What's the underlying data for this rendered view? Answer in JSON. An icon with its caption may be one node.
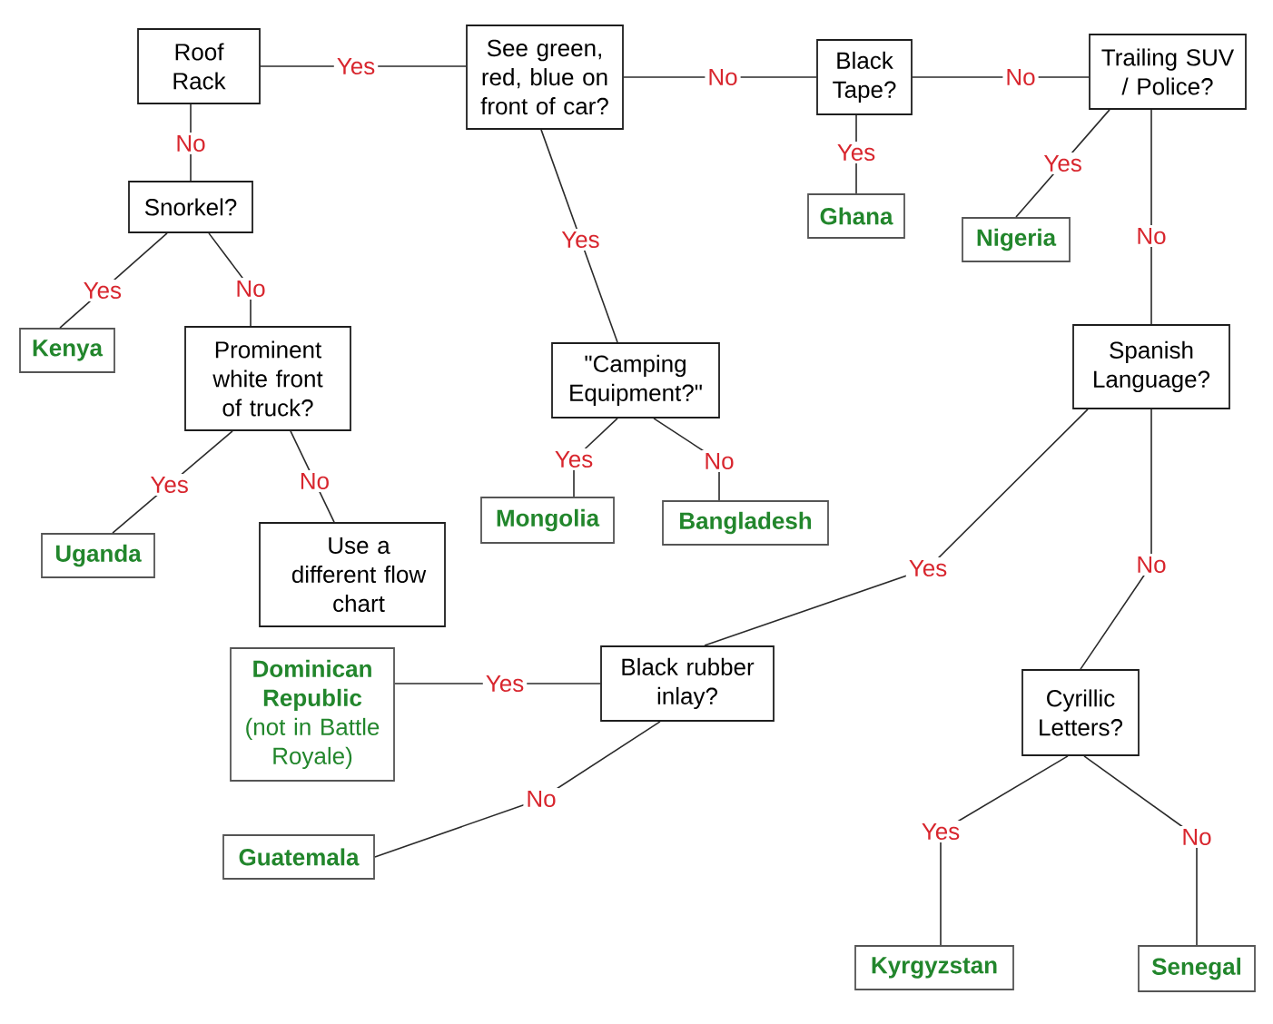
{
  "diagram": {
    "nodes": [
      {
        "text": [
          "Roof Rack"
        ]
      },
      {
        "text": [
          "See green, red, blue on front of car?"
        ]
      },
      {
        "text": [
          "Black Tape?"
        ]
      },
      {
        "text": [
          "Trailing SUV / Police?"
        ]
      },
      {
        "text": [
          "Snorkel?"
        ]
      },
      {
        "text": [
          "Ghana"
        ]
      },
      {
        "text": [
          "Nigeria"
        ]
      },
      {
        "text": [
          "Kenya"
        ]
      },
      {
        "text": [
          "Prominent white front of truck?"
        ]
      },
      {
        "text": [
          "\"Camping Equipment?\""
        ]
      },
      {
        "text": [
          "Spanish Language?"
        ]
      },
      {
        "text": [
          "Uganda"
        ]
      },
      {
        "text": [
          "Use a different flow chart"
        ]
      },
      {
        "text": [
          "Mongolia"
        ]
      },
      {
        "text": [
          "Bangladesh"
        ]
      },
      {
        "text": [
          "Dominican Republic",
          "(not in Battle Royale)"
        ]
      },
      {
        "text": [
          "Black rubber inlay?"
        ]
      },
      {
        "text": [
          "Cyrillic Letters?"
        ]
      },
      {
        "text": [
          "Guatemala"
        ]
      },
      {
        "text": [
          "Kyrgyzstan"
        ]
      },
      {
        "text": [
          "Senegal"
        ]
      }
    ],
    "edges": [
      {
        "from": 0,
        "to": 1,
        "arrow": "none",
        "label": "Yes"
      },
      {
        "from": 1,
        "to": 2,
        "arrow": "none",
        "label": "No"
      },
      {
        "from": 2,
        "to": 3,
        "arrow": "none",
        "label": "No"
      },
      {
        "from": 0,
        "to": 4,
        "arrow": "none",
        "label": "No"
      },
      {
        "from": 1,
        "to": 9,
        "arrow": "none",
        "label": "Yes"
      },
      {
        "from": 2,
        "to": 5,
        "arrow": "none",
        "label": "Yes"
      },
      {
        "from": 3,
        "to": 6,
        "arrow": "none",
        "label": "Yes"
      },
      {
        "from": 3,
        "to": 10,
        "arrow": "none",
        "label": "No"
      },
      {
        "from": 4,
        "to": 7,
        "arrow": "none",
        "label": "Yes"
      },
      {
        "from": 4,
        "to": 8,
        "arrow": "none",
        "label": "No"
      },
      {
        "from": 8,
        "to": 11,
        "arrow": "none",
        "label": "Yes"
      },
      {
        "from": 8,
        "to": 12,
        "arrow": "none",
        "label": "No"
      },
      {
        "from": 9,
        "to": 13,
        "arrow": "none",
        "label": "Yes"
      },
      {
        "from": 9,
        "to": 14,
        "arrow": "none",
        "label": "No"
      },
      {
        "from": 10,
        "to": 16,
        "arrow": "none",
        "label": "Yes"
      },
      {
        "from": 10,
        "to": 17,
        "arrow": "none",
        "label": "No"
      },
      {
        "from": 16,
        "to": 15,
        "arrow": "none",
        "label": "Yes"
      },
      {
        "from": 16,
        "to": 18,
        "arrow": "none",
        "label": "No"
      },
      {
        "from": 17,
        "to": 19,
        "arrow": "none",
        "label": "Yes"
      },
      {
        "from": 17,
        "to": 20,
        "arrow": "none",
        "label": "No"
      }
    ]
  }
}
